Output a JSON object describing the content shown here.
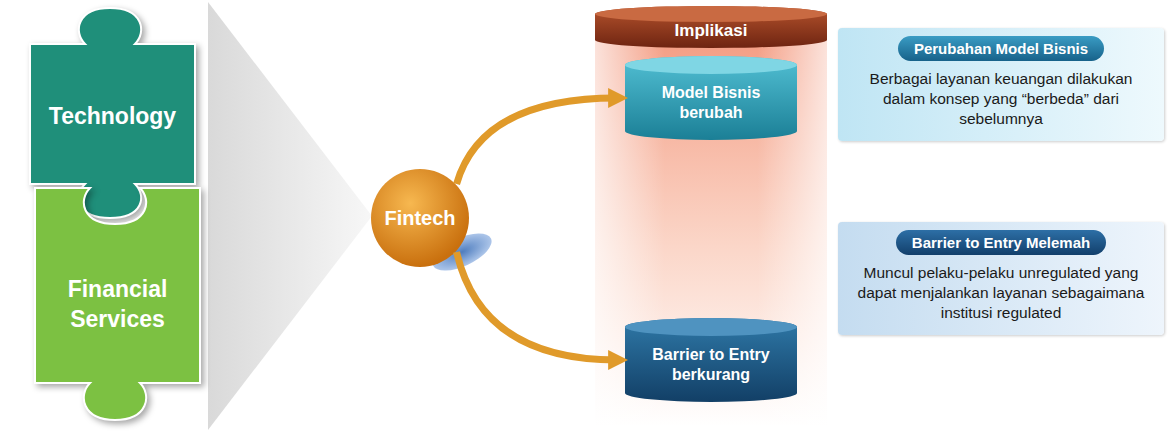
{
  "diagram": {
    "nodes": [
      {
        "text": [
          "Technology"
        ]
      },
      {
        "text": [
          "Financial Services"
        ]
      },
      {
        "text": [
          "Fintech"
        ]
      },
      {
        "text": [
          "Implikasi"
        ]
      },
      {
        "text": [
          "Model Bisnis berubah"
        ],
        "in": 3
      },
      {
        "text": [
          "Barrier to Entry berkurang"
        ],
        "in": 3
      },
      {
        "text": [
          "Perubahan Model Bisnis",
          "Berbagai layanan keuangan dilakukan dalam konsep yang “berbeda” dari sebelumnya"
        ]
      },
      {
        "text": [
          "Barrier to Entry Melemah",
          "Muncul pelaku-pelaku unregulated yang dapat menjalankan layanan sebagaimana institusi regulated"
        ]
      }
    ],
    "edges": [
      {
        "from": 2,
        "to": 4,
        "arrow": "to"
      },
      {
        "from": 2,
        "to": 5,
        "arrow": "to"
      }
    ]
  }
}
